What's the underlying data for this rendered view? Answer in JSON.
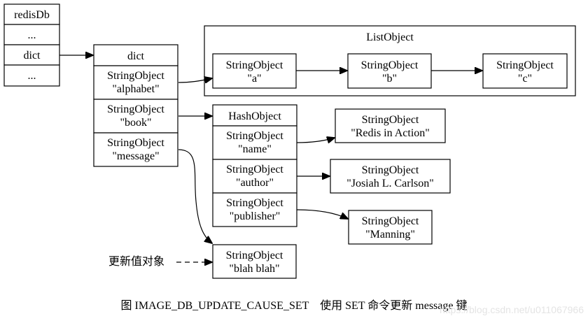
{
  "redisdb": {
    "title": "redisDb",
    "rows": [
      "...",
      "dict",
      "..."
    ]
  },
  "dict": {
    "title": "dict",
    "entries": [
      {
        "type": "StringObject",
        "value": "\"alphabet\""
      },
      {
        "type": "StringObject",
        "value": "\"book\""
      },
      {
        "type": "StringObject",
        "value": "\"message\""
      }
    ]
  },
  "list_object": {
    "title": "ListObject",
    "items": [
      {
        "type": "StringObject",
        "value": "\"a\""
      },
      {
        "type": "StringObject",
        "value": "\"b\""
      },
      {
        "type": "StringObject",
        "value": "\"c\""
      }
    ]
  },
  "hash_object": {
    "title": "HashObject",
    "fields": [
      {
        "type": "StringObject",
        "value": "\"name\""
      },
      {
        "type": "StringObject",
        "value": "\"author\""
      },
      {
        "type": "StringObject",
        "value": "\"publisher\""
      }
    ]
  },
  "hash_values": [
    {
      "type": "StringObject",
      "value": "\"Redis in Action\""
    },
    {
      "type": "StringObject",
      "value": "\"Josiah L. Carlson\""
    },
    {
      "type": "StringObject",
      "value": "\"Manning\""
    }
  ],
  "new_value": {
    "label": "更新值对象",
    "type": "StringObject",
    "value": "\"blah blah\""
  },
  "caption": "图 IMAGE_DB_UPDATE_CAUSE_SET　使用 SET 命令更新 message 键",
  "watermark": "https://blog.csdn.net/u011067966"
}
